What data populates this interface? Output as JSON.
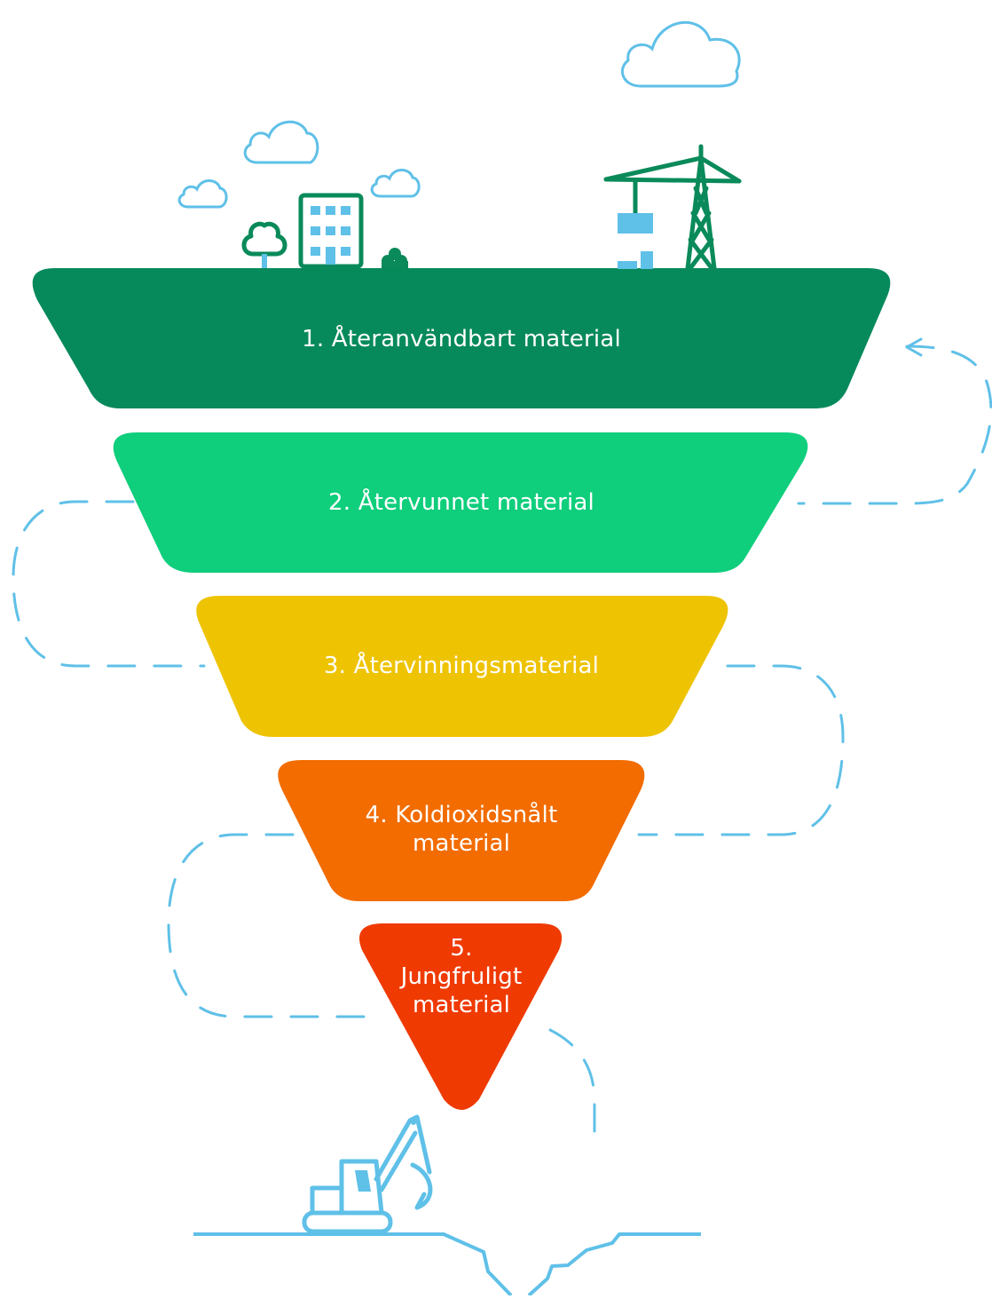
{
  "funnel": {
    "levels": [
      {
        "label": "1. Återanvändbart material",
        "color": "#078a5b"
      },
      {
        "label": "2. Återvunnet material",
        "color": "#0fce7c"
      },
      {
        "label": "3. Återvinningsmaterial",
        "color": "#eec302"
      },
      {
        "label_line1": "4. Koldioxidsnålt",
        "label_line2": "material",
        "color": "#f26c00"
      },
      {
        "label_line1": "5.",
        "label_line2": "Jungfruligt",
        "label_line3": "material",
        "color": "#ef3a02"
      }
    ]
  },
  "colors": {
    "sky_line": "#5fc0e8",
    "building_green": "#0a8a5a",
    "accent_blue": "#5fc0e8"
  },
  "icons": [
    "cloud-icon",
    "tree-icon",
    "building-icon",
    "bush-icon",
    "crane-icon",
    "excavator-icon",
    "dashed-flow-path"
  ]
}
